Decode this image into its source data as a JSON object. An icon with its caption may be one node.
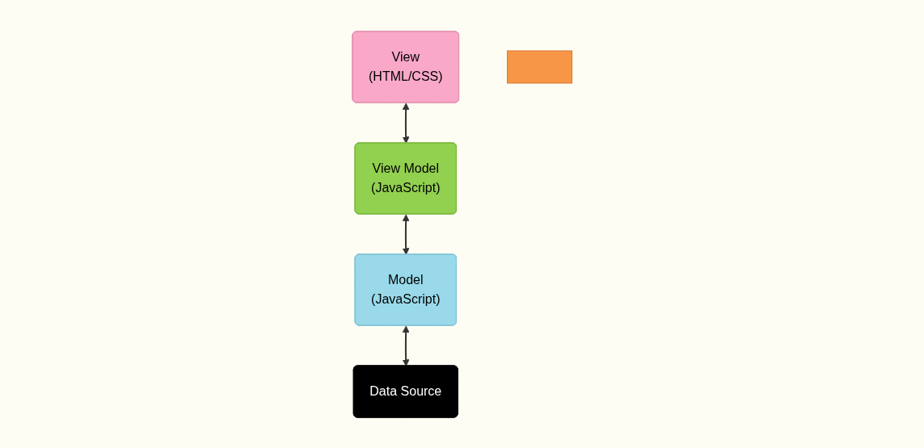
{
  "diagram": {
    "nodes": [
      {
        "text": [
          "View",
          "(HTML/CSS)"
        ]
      },
      {
        "text": [],
        "shape": "box"
      },
      {
        "text": [
          "View Model",
          "(JavaScript)"
        ]
      },
      {
        "text": [
          "Model",
          "(JavaScript)"
        ]
      },
      {
        "text": [
          "Data Source"
        ]
      }
    ],
    "edges": [
      {
        "from": 0,
        "to": 2,
        "arrow": "both"
      },
      {
        "from": 2,
        "to": 3,
        "arrow": "both"
      },
      {
        "from": 3,
        "to": 4,
        "arrow": "both"
      }
    ]
  }
}
